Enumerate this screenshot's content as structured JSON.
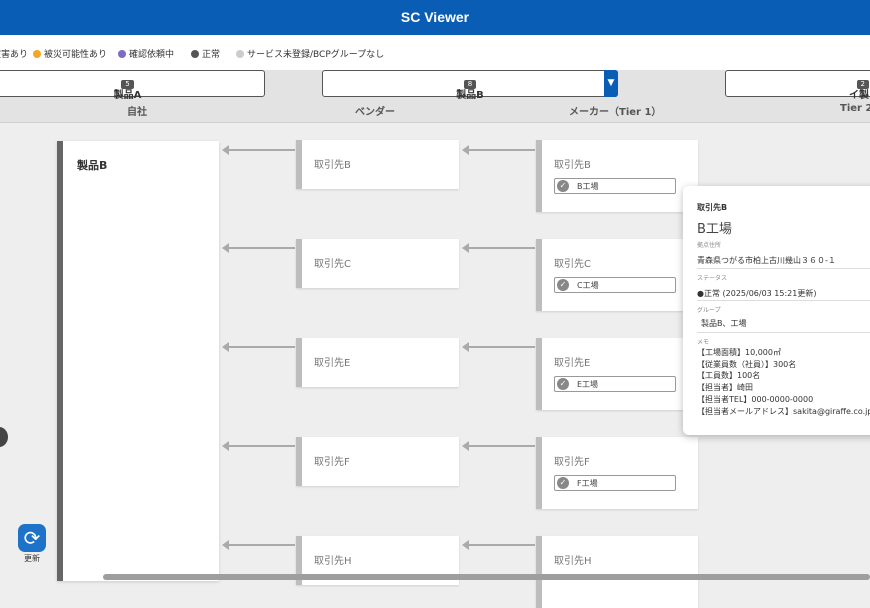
{
  "header": {
    "title": "SC Viewer"
  },
  "legend": [
    {
      "label": "被害あり",
      "color": "#e53935"
    },
    {
      "label": "被災可能性あり",
      "color": "#f5a623"
    },
    {
      "label": "確認依頼中",
      "color": "#7e6bc4"
    },
    {
      "label": "正常",
      "color": "#555555"
    },
    {
      "label": "サービス未登録/BCPグループなし",
      "color": "#cccccc"
    }
  ],
  "products": [
    {
      "count": "5",
      "name": "製品A",
      "column": "自社"
    },
    {
      "count": "8",
      "name": "製品B",
      "column": "ベンダー",
      "dropdown_icon": "▼"
    },
    {
      "count": "2",
      "name": "イ製",
      "column": "Tier 2"
    }
  ],
  "column_tier1": "メーカー（Tier 1）",
  "own_company": {
    "name": "製品B"
  },
  "vendors": [
    "取引先B",
    "取引先C",
    "取引先E",
    "取引先F",
    "取引先H"
  ],
  "makers": [
    {
      "name": "取引先B",
      "factory": "B工場"
    },
    {
      "name": "取引先C",
      "factory": "C工場"
    },
    {
      "name": "取引先E",
      "factory": "E工場"
    },
    {
      "name": "取引先F",
      "factory": "F工場"
    },
    {
      "name": "取引先H",
      "factory": ""
    }
  ],
  "popup": {
    "company": "取引先B",
    "factory": "B工場",
    "address_label": "拠点住所",
    "address": "青森県つがる市柏上古川幾山３６０-１",
    "status_label": "ステータス",
    "status": "●正常 (2025/06/03 15:21更新)",
    "group_label": "グループ",
    "group": "製品B、工場",
    "memo_label": "メモ",
    "memo": [
      "【工場面積】10,000㎡",
      "【従業員数（社員）】300名",
      "【工員数】100名",
      "【担当者】崎田",
      "【担当者TEL】000-0000-0000",
      "【担当者メールアドレス】sakita@giraffe.co.jp"
    ]
  },
  "refresh": {
    "label": "更新",
    "icon": "refresh-icon"
  }
}
